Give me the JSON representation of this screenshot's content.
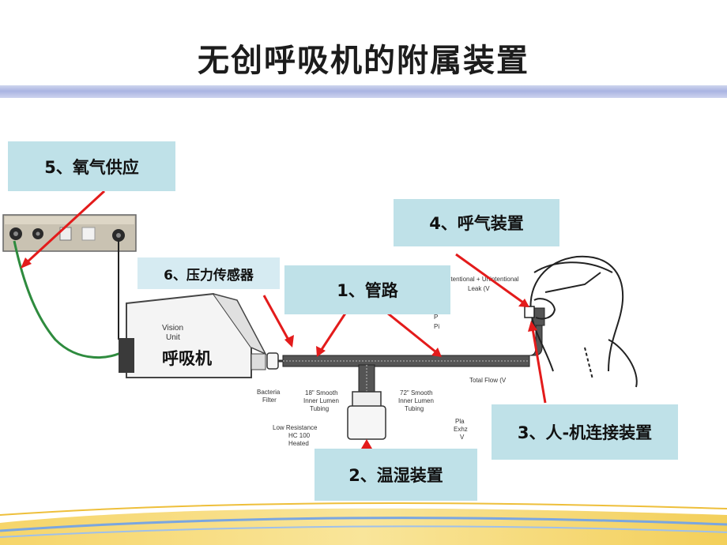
{
  "slide": {
    "title": "无创呼吸机的附属装置",
    "accent_color": "#e31b1b",
    "callout_color": "#bfe1e8"
  },
  "callouts": {
    "oxygen": "5、氧气供应",
    "exhalation": "4、呼气装置",
    "pressure_sensor": "6、压力传感器",
    "tubing": "1、管路",
    "interface": "3、人-机连接装置",
    "humidifier": "2、温湿装置"
  },
  "device": {
    "ventilator_label": "呼吸机",
    "unit_name_1": "Vision",
    "unit_name_2": "Unit",
    "filter_1": "Bacteria",
    "filter_2": "Filter",
    "tube18_1": "18\" Smooth",
    "tube18_2": "Inner Lumen",
    "tube18_3": "Tubing",
    "tube72_1": "72\" Smooth",
    "tube72_2": "Inner Lumen",
    "tube72_3": "Tubing",
    "humid_1": "Low Resistance",
    "humid_2": "HC 100",
    "humid_3": "Heated",
    "total_flow": "Total Flow (V",
    "leak_1": "ntentional + Unintentional",
    "leak_2": "Leak (V",
    "right_1": "Pla",
    "right_2": "Exhz",
    "right_3": "V",
    "frag_1": "P",
    "frag_2": "Pi"
  }
}
